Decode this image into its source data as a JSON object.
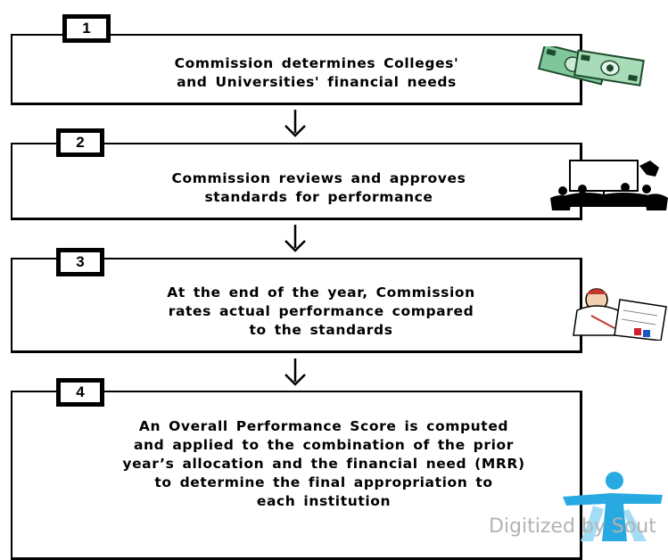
{
  "steps": [
    {
      "number": "1",
      "lines": [
        "Commission determines Colleges'",
        "and Universities' financial needs"
      ]
    },
    {
      "number": "2",
      "lines": [
        "Commission reviews and approves",
        "standards for performance"
      ]
    },
    {
      "number": "3",
      "lines": [
        "At the end of the year, Commission",
        "rates actual performance compared",
        "to the standards"
      ]
    },
    {
      "number": "4",
      "lines": [
        "An Overall Performance  Score  is computed",
        "and applied to the combination  of  the  prior",
        "year’s allocation and the financial need (MRR)",
        "to  determine  the  final appropriation to",
        "each institution"
      ]
    }
  ],
  "clipart": [
    "money-icon",
    "meeting-icon",
    "thinking-man-icon",
    "logo-person-icon"
  ],
  "watermark": "Digitized by Sout"
}
